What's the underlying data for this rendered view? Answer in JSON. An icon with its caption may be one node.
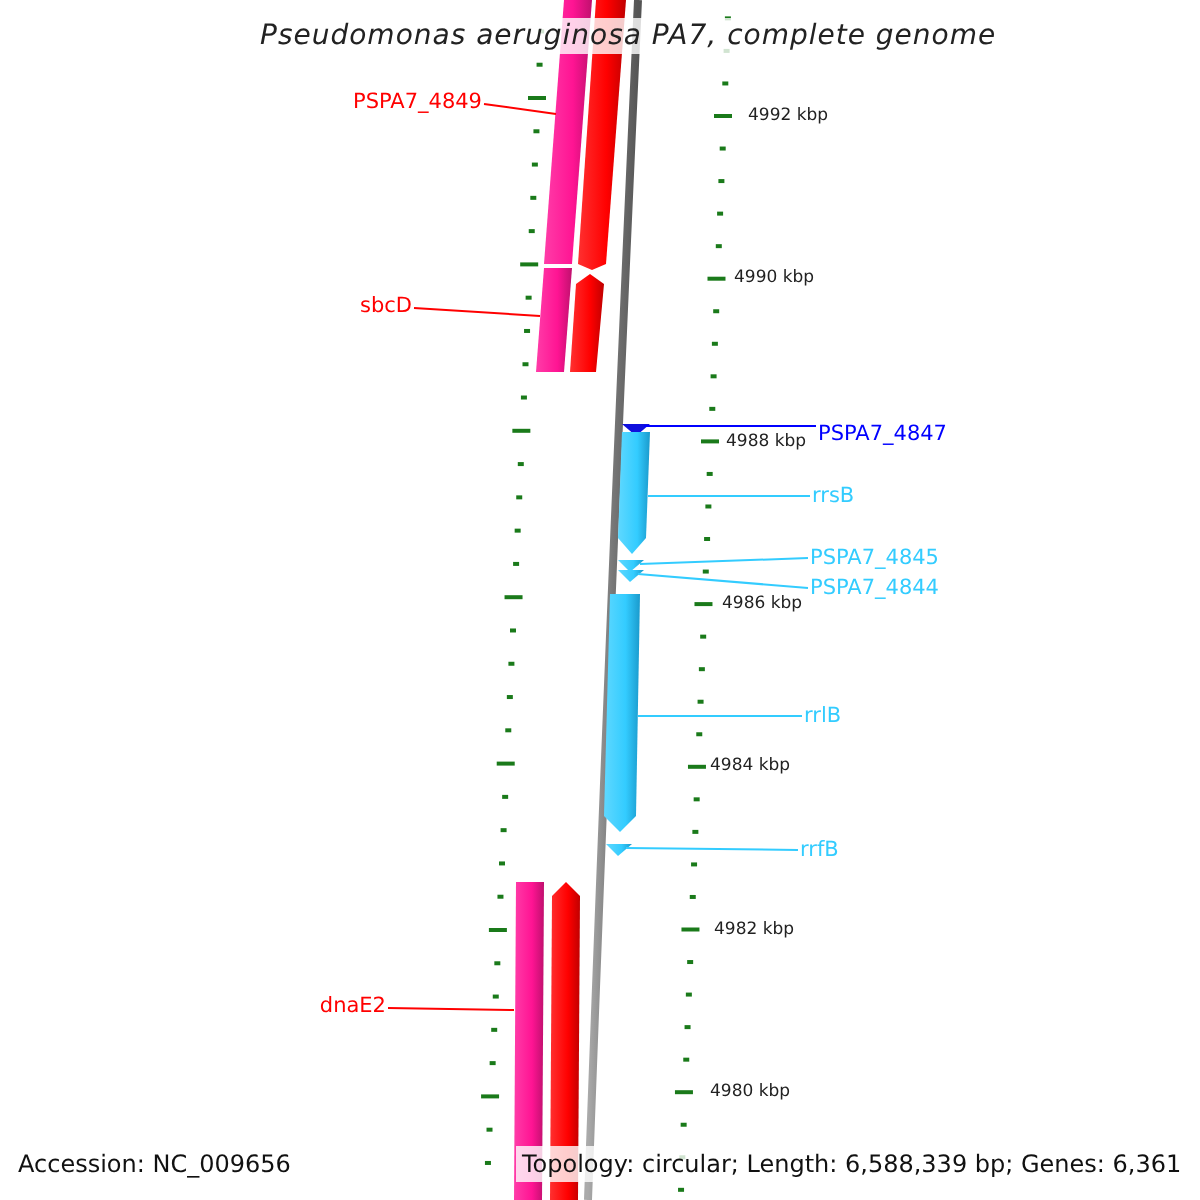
{
  "diagram": {
    "title": "Pseudomonas aeruginosa PA7, complete genome",
    "nodes": [
      {
        "text": [
          "PSPA7_4849"
        ]
      },
      {
        "text": [
          "sbcD"
        ]
      },
      {
        "text": [
          "PSPA7_4847"
        ]
      },
      {
        "text": [
          "rrsB"
        ]
      },
      {
        "text": [
          "PSPA7_4845"
        ]
      },
      {
        "text": [
          "PSPA7_4844"
        ]
      },
      {
        "text": [
          "rrlB"
        ]
      },
      {
        "text": [
          "rrfB"
        ]
      },
      {
        "text": [
          "dnaE2"
        ]
      },
      {
        "text": [],
        "shape": "bar"
      },
      {
        "text": [],
        "shape": "bar"
      },
      {
        "text": [],
        "shape": "bar"
      },
      {
        "text": [],
        "shape": "bar"
      },
      {
        "text": [],
        "shape": "bar"
      },
      {
        "text": [],
        "shape": "bar"
      },
      {
        "text": [],
        "shape": "bar"
      },
      {
        "text": [],
        "shape": "bar"
      },
      {
        "text": [],
        "shape": "bar"
      },
      {
        "text": [],
        "shape": "bar"
      },
      {
        "text": [],
        "shape": "bar"
      },
      {
        "text": [],
        "shape": "bar"
      }
    ],
    "edges": [
      {
        "from": 0,
        "to": 9,
        "arrow": "none",
        "color": "#ff0000"
      },
      {
        "from": 1,
        "to": 10,
        "arrow": "none",
        "color": "#ff0000"
      },
      {
        "from": 2,
        "to": 11,
        "arrow": "none",
        "color": "#0000ff"
      },
      {
        "from": 3,
        "to": 12,
        "arrow": "none",
        "color": "#33ccff"
      },
      {
        "from": 4,
        "to": 13,
        "arrow": "none",
        "color": "#33ccff"
      },
      {
        "from": 5,
        "to": 14,
        "arrow": "none",
        "color": "#33ccff"
      },
      {
        "from": 6,
        "to": 15,
        "arrow": "none",
        "color": "#33ccff"
      },
      {
        "from": 7,
        "to": 16,
        "arrow": "none",
        "color": "#33ccff"
      },
      {
        "from": 8,
        "to": 17,
        "arrow": "none",
        "color": "#ff0000"
      }
    ],
    "labels": [
      "4992 kbp",
      "4990 kbp",
      "4988 kbp",
      "4986 kbp",
      "4984 kbp",
      "4982 kbp",
      "4980 kbp",
      "Accession: NC_009656",
      "Topology: circular; Length: 6,588,339 bp; Genes: 6,361"
    ]
  }
}
